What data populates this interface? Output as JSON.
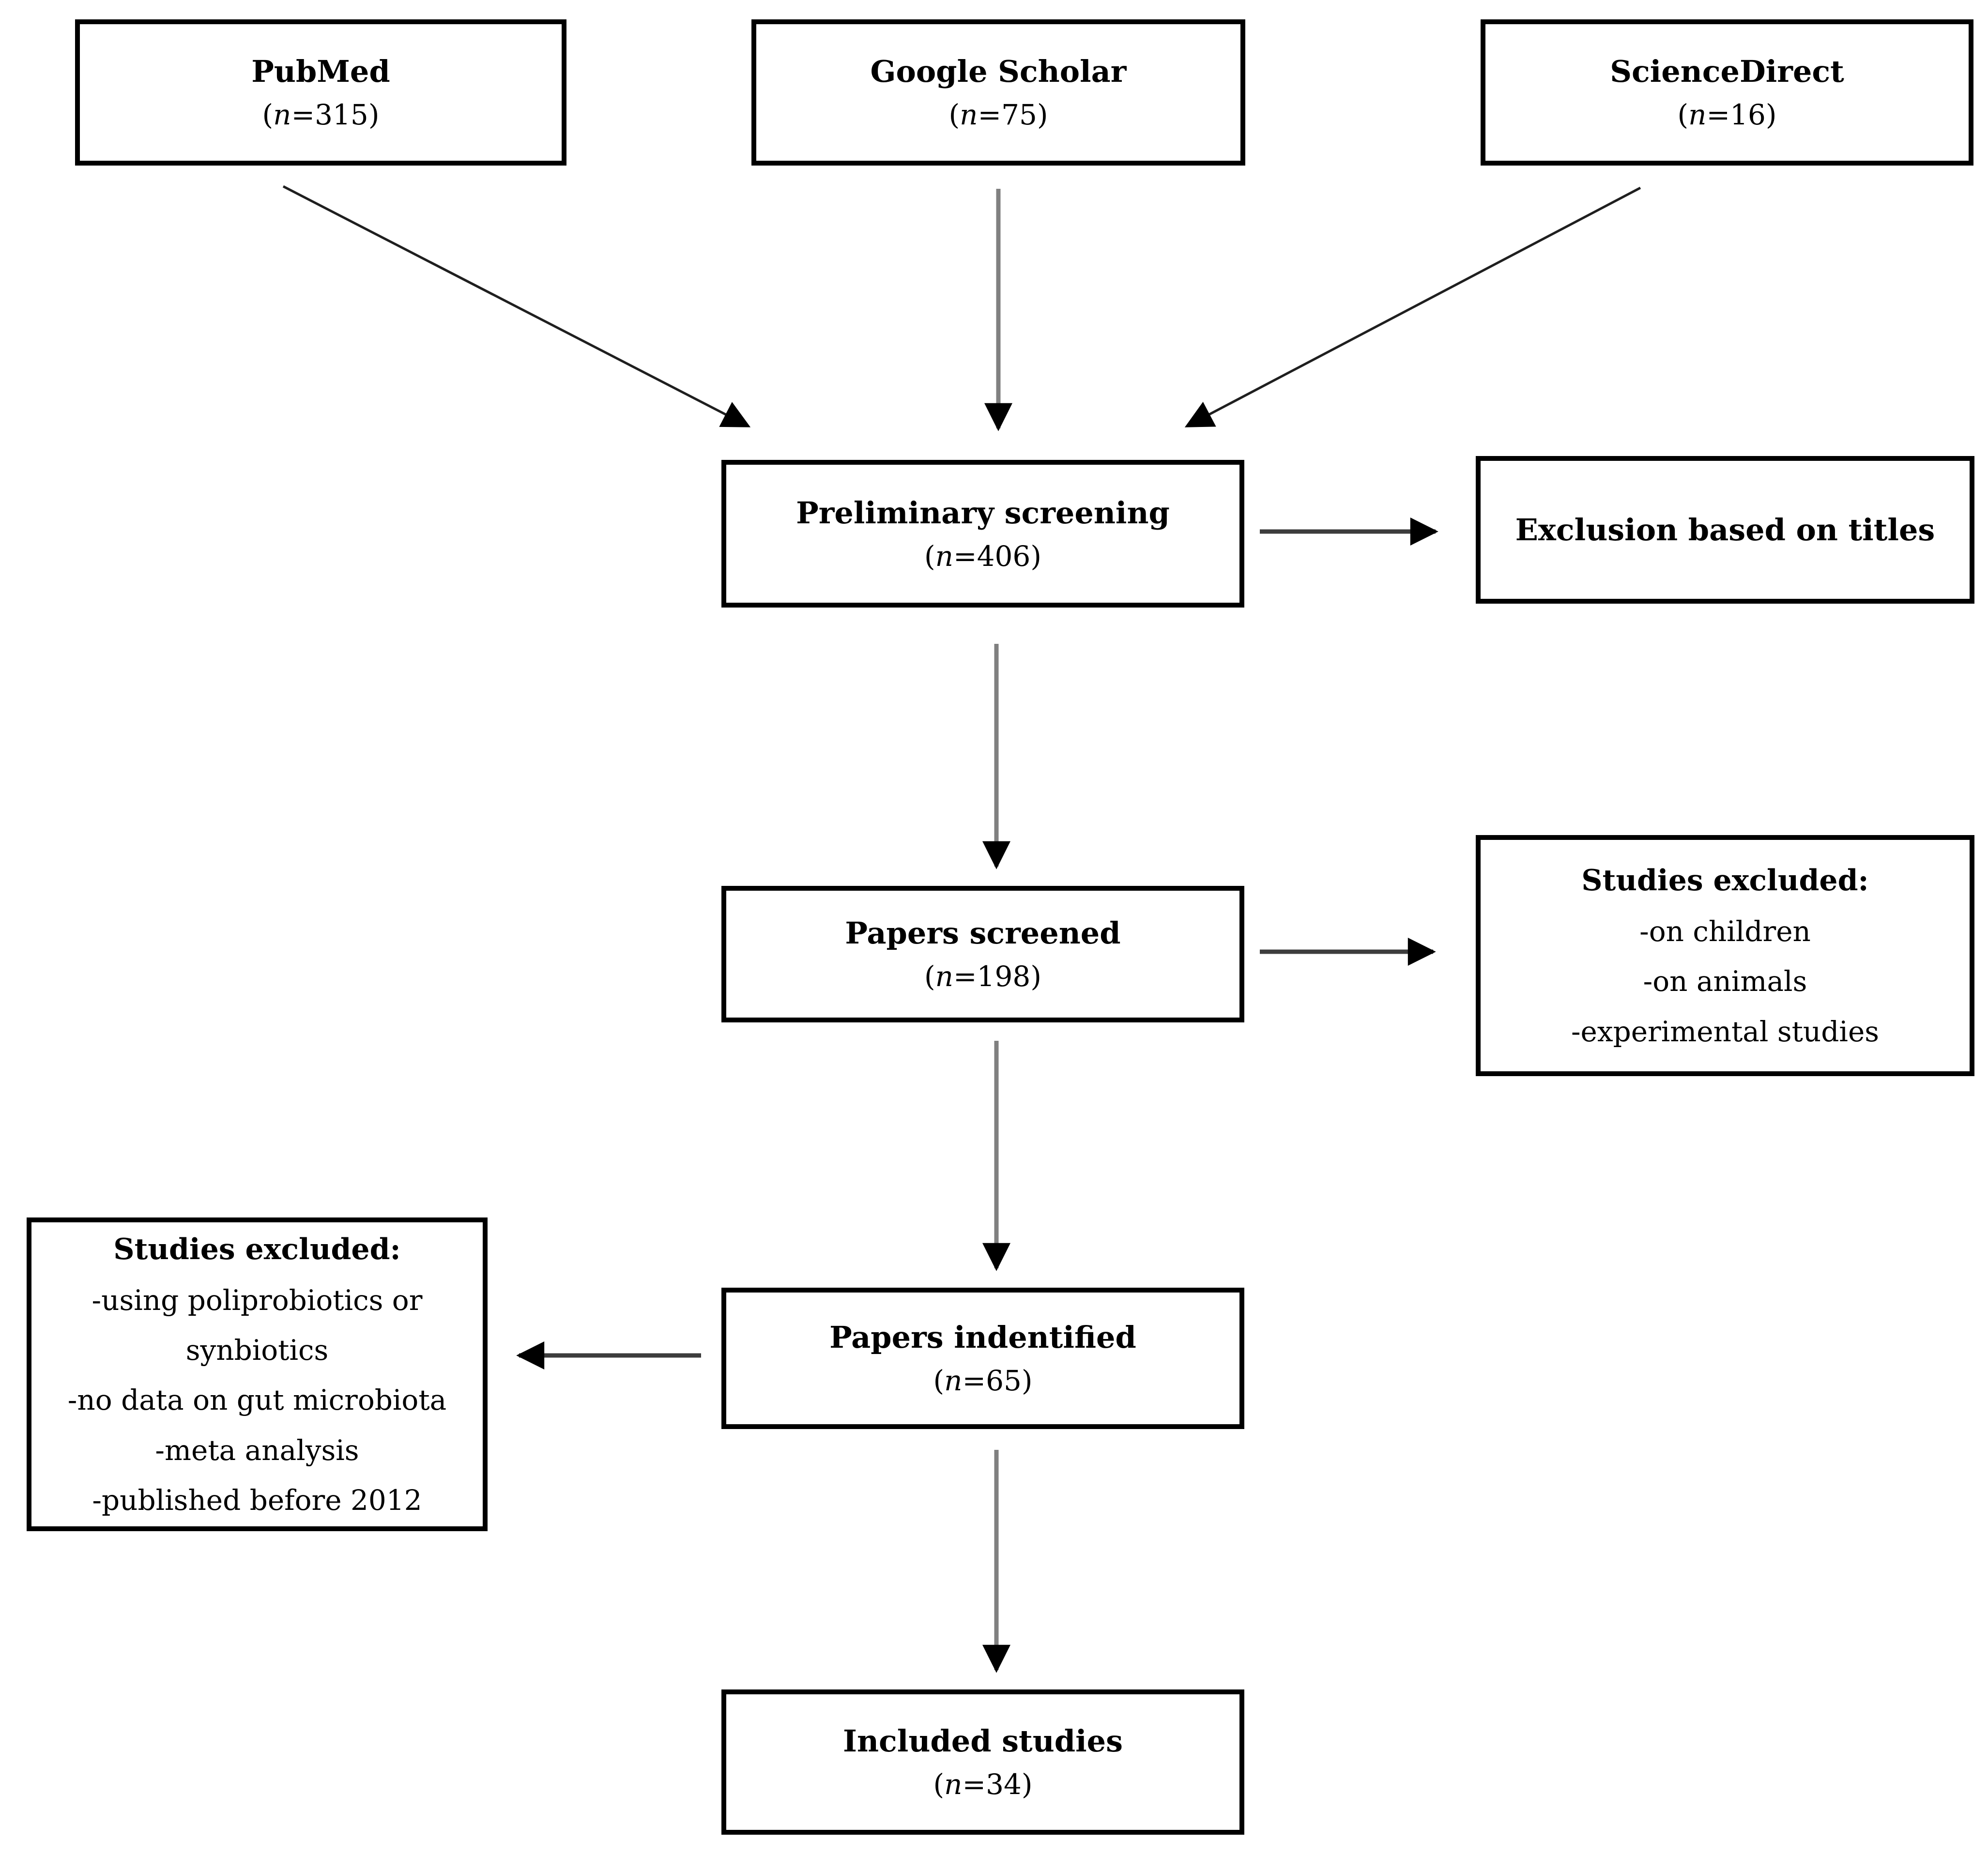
{
  "diagram": {
    "boxes": {
      "pubmed": {
        "title": "PubMed",
        "count": "(n=315)"
      },
      "google_scholar": {
        "title": "Google Scholar",
        "count": "(n=75)"
      },
      "science_direct": {
        "title": "ScienceDirect",
        "count": "(n=16)"
      },
      "preliminary_screening": {
        "title": "Preliminary screening",
        "count": "(n=406)"
      },
      "exclusion_titles": {
        "title": "Exclusion based on titles"
      },
      "papers_screened": {
        "title": "Papers screened",
        "count": "(n=198)"
      },
      "studies_excluded_right": {
        "title": "Studies excluded:",
        "items": [
          "-on children",
          "-on animals",
          "-experimental studies"
        ]
      },
      "papers_identified": {
        "title": "Papers indentified",
        "count": "(n=65)"
      },
      "studies_excluded_left": {
        "title": "Studies excluded:",
        "items": [
          "-using poliprobiotics  or\nsynbiotics",
          "-no data on gut microbiota",
          "-meta analysis",
          "-published before 2012"
        ]
      },
      "included_studies": {
        "title": "Included studies",
        "count": "(n=34)"
      }
    },
    "colors": {
      "background": "#ffffff",
      "box_border": "#000000",
      "text": "#000000",
      "arrow_shaft_vertical": "#808080",
      "arrow_shaft_horizontal": "#3d3d3d",
      "arrow_shaft_diagonal": "#1f1f1f",
      "arrow_head": "#000000"
    }
  }
}
